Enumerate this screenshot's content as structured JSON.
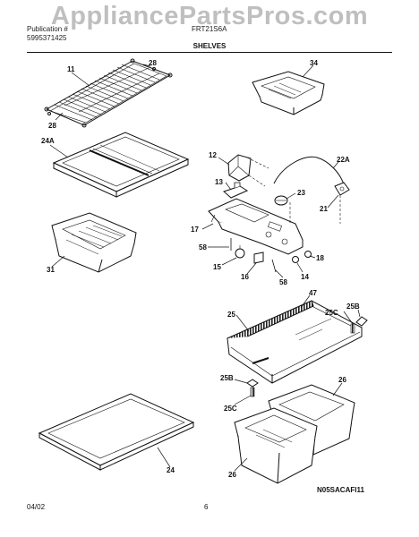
{
  "watermark": "AppliancePartsPros.com",
  "header": {
    "left_line1": "Publication #",
    "left_line2": "5995371425",
    "right_line1": "FRT21S6A",
    "section_title": "SHELVES"
  },
  "footer": {
    "date": "04/02",
    "page": "6",
    "drawing_code": "N05SACAFI11"
  },
  "callouts": [
    {
      "id": "c11",
      "label": "11"
    },
    {
      "id": "c28a",
      "label": "28"
    },
    {
      "id": "c28b",
      "label": "28"
    },
    {
      "id": "c34",
      "label": "34"
    },
    {
      "id": "c24a",
      "label": "24A"
    },
    {
      "id": "c12",
      "label": "12"
    },
    {
      "id": "c22a",
      "label": "22A"
    },
    {
      "id": "c13",
      "label": "13"
    },
    {
      "id": "c23",
      "label": "23"
    },
    {
      "id": "c21",
      "label": "21"
    },
    {
      "id": "c17",
      "label": "17"
    },
    {
      "id": "c58a",
      "label": "58"
    },
    {
      "id": "c18",
      "label": "18"
    },
    {
      "id": "c15",
      "label": "15"
    },
    {
      "id": "c16",
      "label": "16"
    },
    {
      "id": "c14",
      "label": "14"
    },
    {
      "id": "c58b",
      "label": "58"
    },
    {
      "id": "c31",
      "label": "31"
    },
    {
      "id": "c47",
      "label": "47"
    },
    {
      "id": "c25",
      "label": "25"
    },
    {
      "id": "c25b1",
      "label": "25B"
    },
    {
      "id": "c25c1",
      "label": "25C"
    },
    {
      "id": "c26a",
      "label": "26"
    },
    {
      "id": "c25b2",
      "label": "25B"
    },
    {
      "id": "c25c2",
      "label": "25C"
    },
    {
      "id": "c24",
      "label": "24"
    },
    {
      "id": "c26b",
      "label": "26"
    }
  ]
}
